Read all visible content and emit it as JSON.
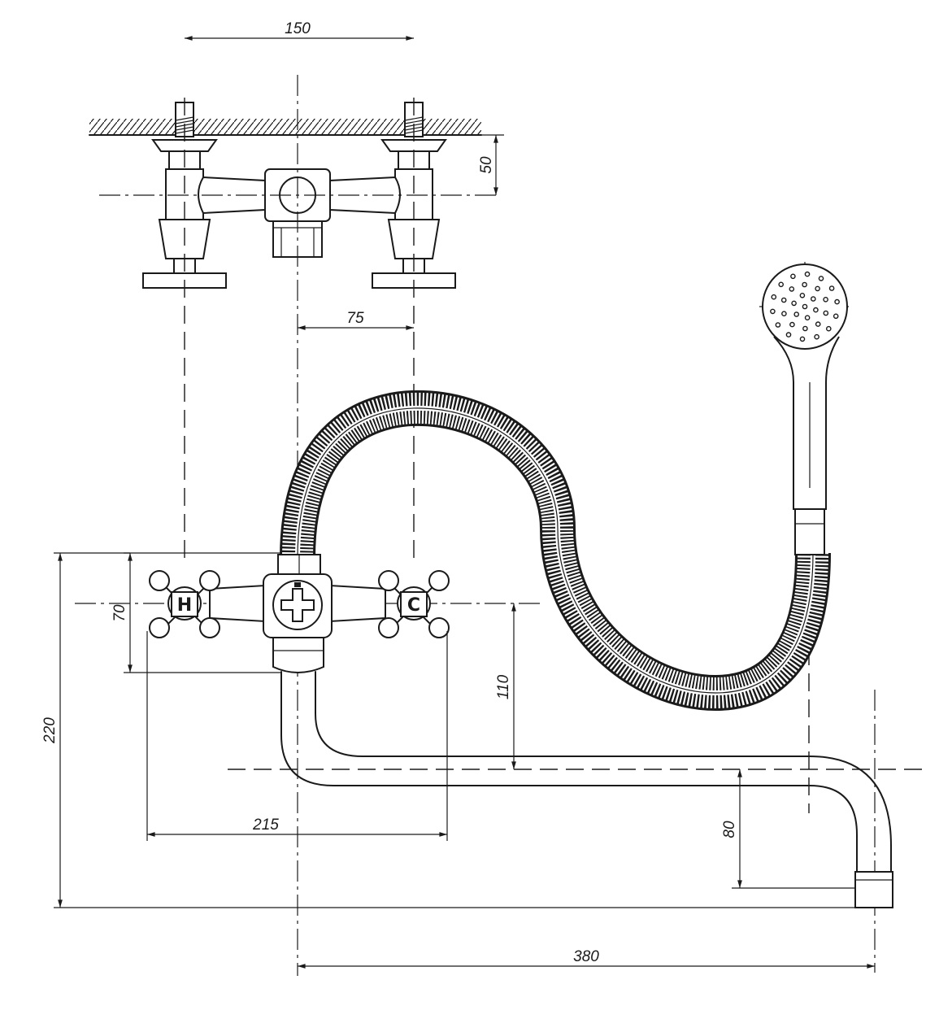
{
  "dimensions": {
    "top_width": "150",
    "wall_depth": "50",
    "half_spacing": "75",
    "body_height": "70",
    "outlet_height": "110",
    "total_height": "220",
    "handle_span": "215",
    "spout_drop": "80",
    "spout_reach": "380"
  },
  "handles": {
    "hot": "H",
    "cold": "C"
  },
  "colors": {
    "ink": "#1a1a1a",
    "paper": "#ffffff"
  }
}
